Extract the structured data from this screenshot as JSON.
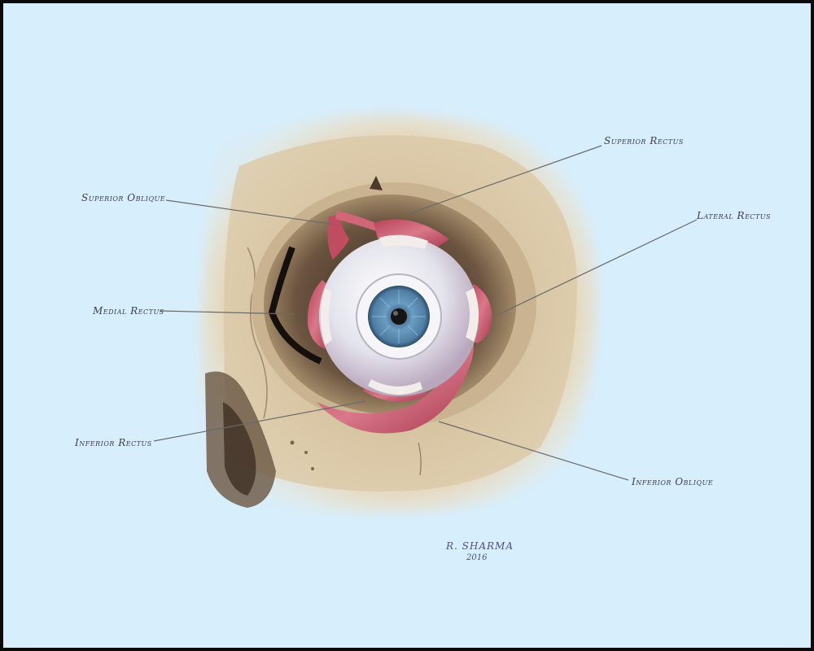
{
  "labels": {
    "superior_rectus": "Superior Rectus",
    "superior_oblique": "Superior Oblique",
    "lateral_rectus": "Lateral Rectus",
    "medial_rectus": "Medial Rectus",
    "inferior_rectus": "Inferior Rectus",
    "inferior_oblique": "Inferior Oblique"
  },
  "signature": {
    "name": "R. SHARMA",
    "year": "2016"
  },
  "colors": {
    "background": "#d7eefc",
    "bone": "#d9c7a6",
    "muscle": "#c9586c",
    "iris": "#5d8fb4",
    "leader_line": "#6a6a6a"
  }
}
